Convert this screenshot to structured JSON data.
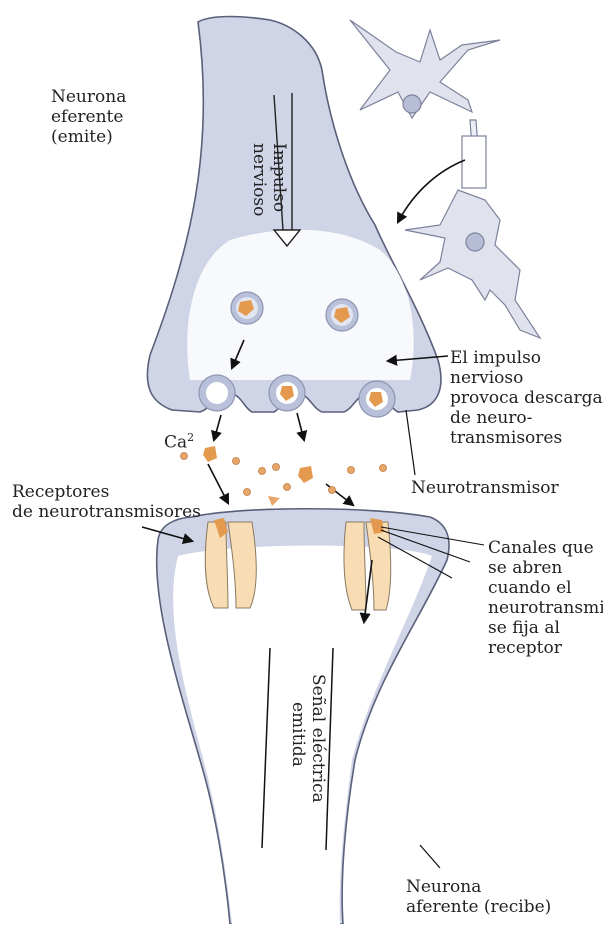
{
  "labels": {
    "efferent_line1": "Neurona",
    "efferent_line2": "eferente",
    "efferent_line3": "(emite)",
    "impulse_line1": "Impulso",
    "impulse_line2": "nervioso",
    "release_line1": "El impulso",
    "release_line2": "nervioso",
    "release_line3": "provoca descarga",
    "release_line4": "de neuro-",
    "release_line5": "transmisores",
    "calcium_base": "Ca",
    "calcium_sup": "2",
    "neurotransmitter": "Neurotransmisor",
    "receptors_line1": "Receptores",
    "receptors_line2": "de neurotransmisores",
    "channels_line1": "Canales que",
    "channels_line2": "se abren",
    "channels_line3": "cuando el",
    "channels_line4": "neurotransmisor",
    "channels_line5": "se fija al",
    "channels_line6": "receptor",
    "signal_line1": "Señal eléctrica",
    "signal_line2": "emitida",
    "afferent_line1": "Neurona",
    "afferent_line2": "aferente (recibe)"
  },
  "colors": {
    "membrane_fill": "#cfd4e6",
    "membrane_stroke": "#59607a",
    "neurotransmitter": "#e49a4e",
    "receptor_channel": "#f7dcb4",
    "text": "#222222"
  }
}
